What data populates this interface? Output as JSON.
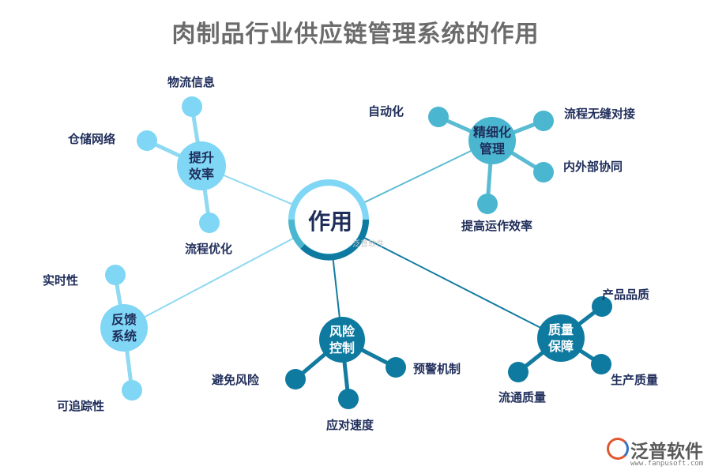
{
  "title": "肉制品行业供应链管理系统的作用",
  "center": "作用",
  "watermark": "泛普软件",
  "colors": {
    "light": "#7fd6f5",
    "medium": "#4ab6d0",
    "dark": "#0e7aa0",
    "label": "#1f2d5a"
  },
  "branches": {
    "efficiency": {
      "hub": [
        "提升",
        "效率"
      ],
      "leaves": [
        "物流信息",
        "仓储网络",
        "流程优化"
      ]
    },
    "feedback": {
      "hub": [
        "反馈",
        "系统"
      ],
      "leaves": [
        "实时性",
        "可追踪性"
      ]
    },
    "refined": {
      "hub": [
        "精细化",
        "管理"
      ],
      "leaves": [
        "自动化",
        "流程无缝对接",
        "内外部协同",
        "提高运作效率"
      ]
    },
    "risk": {
      "hub": [
        "风险",
        "控制"
      ],
      "leaves": [
        "避免风险",
        "应对速度",
        "预警机制"
      ]
    },
    "quality": {
      "hub": [
        "质量",
        "保障"
      ],
      "leaves": [
        "产品品质",
        "生产质量",
        "流通质量"
      ]
    }
  },
  "logo": {
    "name": "泛普软件",
    "url": "www.fanpusoft.com"
  }
}
